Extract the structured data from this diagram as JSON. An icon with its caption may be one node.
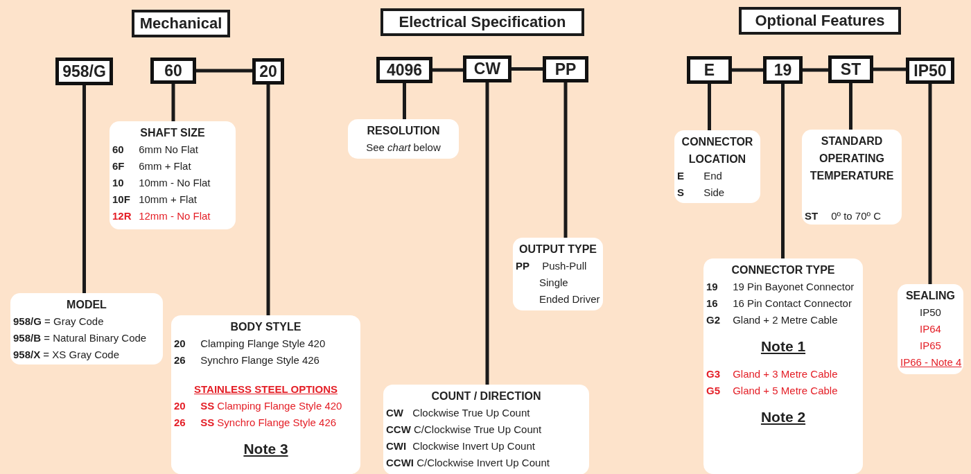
{
  "diagram": {
    "nodes": [
      {
        "text": [
          "Mechanical"
        ]
      },
      {
        "text": [
          "Electrical Specification"
        ]
      },
      {
        "text": [
          "Optional Features"
        ]
      },
      {
        "text": [
          "958/G"
        ]
      },
      {
        "text": [
          "60"
        ]
      },
      {
        "text": [
          "20"
        ]
      },
      {
        "text": [
          "4096"
        ]
      },
      {
        "text": [
          "CW"
        ]
      },
      {
        "text": [
          "PP"
        ]
      },
      {
        "text": [
          "E"
        ]
      },
      {
        "text": [
          "19"
        ]
      },
      {
        "text": [
          "ST"
        ]
      },
      {
        "text": [
          "IP50"
        ]
      },
      {
        "text": [
          "MODEL",
          "**958/G** = Gray Code",
          "**958/B** = Natural Binary Code",
          "**958/X** = XS Gray Code"
        ]
      },
      {
        "text": [
          "SHAFT SIZE",
          "**60** 6mm No Flat",
          "**6F** 6mm + Flat",
          "**10** 10mm - No Flat",
          "**10F** 10mm + Flat",
          "**12R** 12mm - No Flat"
        ]
      },
      {
        "text": [
          "BODY STYLE",
          "**20** Clamping Flange Style 420",
          "**26** Synchro Flange Style 426",
          "STAINLESS STEEL OPTIONS",
          "**20** **SS** Clamping Flange Style 420",
          "**26** **SS** Synchro Flange Style 426",
          "Note 3"
        ]
      },
      {
        "text": [
          "RESOLUTION",
          "See *chart* below"
        ]
      },
      {
        "text": [
          "COUNT / DIRECTION",
          "**CW** Clockwise True Up Count",
          "**CCW** C/Clockwise True Up Count",
          "**CWI** Clockwise Invert Up Count",
          "**CCWI** C/Clockwise Invert Up Count"
        ]
      },
      {
        "text": [
          "OUTPUT TYPE",
          "**PP** Push-Pull Single Ended Driver"
        ]
      },
      {
        "text": [
          "CONNECTOR LOCATION",
          "**E** End",
          "**S** Side"
        ]
      },
      {
        "text": [
          "CONNECTOR TYPE",
          "**19** 19 Pin Bayonet Connector",
          "**16** 16 Pin Contact Connector",
          "**G2** Gland + 2 Metre Cable",
          "Note 1",
          "**G3** Gland + 3 Metre Cable",
          "**G5** Gland + 5 Metre Cable",
          "Note 2"
        ]
      },
      {
        "text": [
          "STANDARD OPERATING TEMPERATURE",
          "**ST** 0º to 70º C"
        ]
      },
      {
        "text": [
          "SEALING",
          "IP50",
          "IP64",
          "IP65",
          "IP66 - Note 4"
        ]
      }
    ],
    "edges": [
      {
        "from": 3,
        "to": 13,
        "arrow": "none"
      },
      {
        "from": 4,
        "to": 14,
        "arrow": "none"
      },
      {
        "from": 4,
        "to": 5,
        "arrow": "none"
      },
      {
        "from": 5,
        "to": 15,
        "arrow": "none"
      },
      {
        "from": 6,
        "to": 16,
        "arrow": "none"
      },
      {
        "from": 6,
        "to": 7,
        "arrow": "none"
      },
      {
        "from": 7,
        "to": 17,
        "arrow": "none"
      },
      {
        "from": 7,
        "to": 8,
        "arrow": "none"
      },
      {
        "from": 8,
        "to": 18,
        "arrow": "none"
      },
      {
        "from": 9,
        "to": 19,
        "arrow": "none"
      },
      {
        "from": 9,
        "to": 10,
        "arrow": "none"
      },
      {
        "from": 10,
        "to": 20,
        "arrow": "none"
      },
      {
        "from": 10,
        "to": 11,
        "arrow": "none"
      },
      {
        "from": 11,
        "to": 21,
        "arrow": "none"
      },
      {
        "from": 11,
        "to": 12,
        "arrow": "none"
      },
      {
        "from": 12,
        "to": 22,
        "arrow": "none"
      }
    ]
  }
}
